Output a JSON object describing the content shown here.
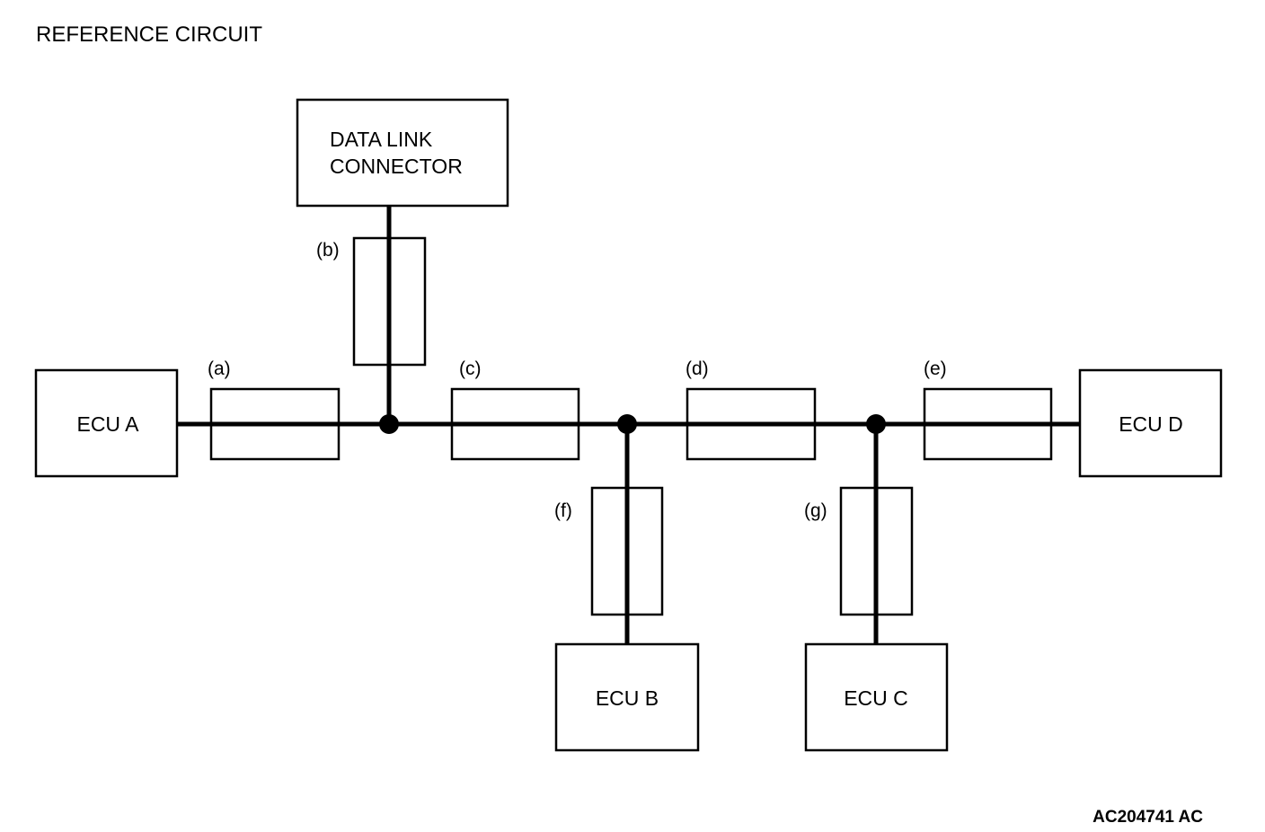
{
  "title": "REFERENCE CIRCUIT",
  "figure_code": "AC204741 AC",
  "data_link_connector": {
    "line1": "DATA LINK",
    "line2": "CONNECTOR"
  },
  "ecus": {
    "a": "ECU A",
    "b": "ECU B",
    "c": "ECU C",
    "d": "ECU D"
  },
  "segments": {
    "a": "(a)",
    "b": "(b)",
    "c": "(c)",
    "d": "(d)",
    "e": "(e)",
    "f": "(f)",
    "g": "(g)"
  }
}
